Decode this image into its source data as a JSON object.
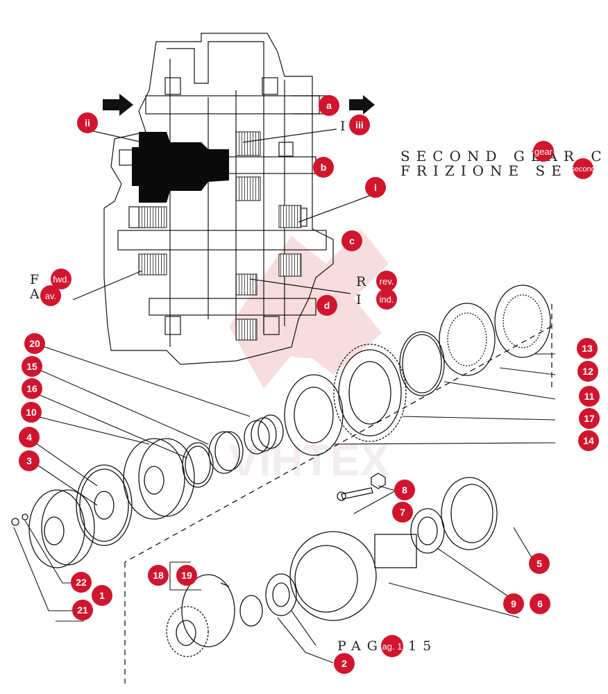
{
  "colors": {
    "marker": "#d0152d",
    "line": "#111111",
    "watermark": "#f1c2c2"
  },
  "caption": {
    "line1": "SECOND GEAR C",
    "line2": "FRIZIONE SE",
    "tag1": "gear",
    "tag2": "second"
  },
  "labels": {
    "fwd_prefix": "F",
    "fwd_tag": "fwd.",
    "av_prefix": "A",
    "av_tag": "av.",
    "rev_prefix": "R",
    "rev_tag": "rev.",
    "ind_prefix": "I",
    "ind_tag": "ind.",
    "iii_prefix": "I",
    "page_prefix": "PAG",
    "page_tag": "ag. 1",
    "page_num": "15",
    "watermark": "VIHTEX"
  },
  "letter_callouts": [
    "a",
    "b",
    "c",
    "d",
    "i",
    "ii",
    "iii"
  ],
  "part_callouts": [
    "1",
    "2",
    "3",
    "4",
    "5",
    "6",
    "7",
    "8",
    "9",
    "10",
    "11",
    "12",
    "13",
    "14",
    "15",
    "16",
    "17",
    "18",
    "19",
    "20",
    "21",
    "22"
  ]
}
